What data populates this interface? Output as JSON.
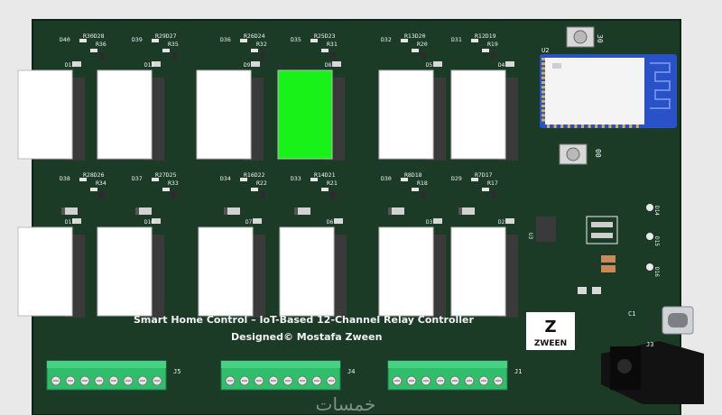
{
  "board": {
    "title": "Smart Home Control – IoT-Based 12-Channel Relay Controller",
    "designer": "Designed© Mostafa Zween",
    "logo_text": "ZWEEN",
    "logo_letter": "Z",
    "watermark": "خمسات"
  },
  "colors": {
    "pcb": "#1b3b27",
    "relay": "#ffffff",
    "relay_active": "#19f219",
    "terminal": "#2fbf6a",
    "esp_module": "#2a52c8",
    "gold": "#d6b24a"
  },
  "relays": [
    {
      "id": "r1",
      "led": "D13",
      "active": false
    },
    {
      "id": "r2",
      "led": "D12",
      "active": false
    },
    {
      "id": "r3",
      "led": "D9",
      "active": false
    },
    {
      "id": "r4",
      "led": "D8",
      "active": true
    },
    {
      "id": "r5",
      "led": "D5",
      "active": false
    },
    {
      "id": "r6",
      "led": "D4",
      "active": false
    },
    {
      "id": "r7",
      "led": "D11",
      "active": false
    },
    {
      "id": "r8",
      "led": "D10",
      "active": false
    },
    {
      "id": "r9",
      "led": "D7",
      "active": false
    },
    {
      "id": "r10",
      "led": "D6",
      "active": false
    },
    {
      "id": "r11",
      "led": "D3",
      "active": false
    },
    {
      "id": "r12",
      "led": "D2",
      "active": false
    }
  ],
  "top_labels": [
    {
      "d": "D40",
      "r": "R30D28",
      "r2": "R36"
    },
    {
      "d": "D39",
      "r": "R29D27",
      "r2": "R35"
    },
    {
      "d": "D36",
      "r": "R26D24",
      "r2": "R32"
    },
    {
      "d": "D35",
      "r": "R25D23",
      "r2": "R31"
    },
    {
      "d": "D32",
      "r": "R13D20",
      "r2": "R20"
    },
    {
      "d": "D31",
      "r": "R12D19",
      "r2": "R19"
    }
  ],
  "mid_labels": [
    {
      "d": "D38",
      "r": "R28D26",
      "r2": "R34"
    },
    {
      "d": "D37",
      "r": "R27D25",
      "r2": "R33"
    },
    {
      "d": "D34",
      "r": "R16D22",
      "r2": "R22"
    },
    {
      "d": "D33",
      "r": "R14D21",
      "r2": "R21"
    },
    {
      "d": "D30",
      "r": "R8D18",
      "r2": "R18"
    },
    {
      "d": "D29",
      "r": "R7D17",
      "r2": "R17"
    }
  ],
  "connectors": [
    {
      "ref": "J5",
      "pins": 8
    },
    {
      "ref": "J4",
      "pins": 8
    },
    {
      "ref": "J1",
      "pins": 8
    }
  ],
  "refs": {
    "u2": "U2",
    "u3": "U3",
    "j3": "J3",
    "c1": "C1",
    "sw_top": "30",
    "sw_bottom": "00",
    "side_d": [
      "D14",
      "D15",
      "D16"
    ]
  }
}
